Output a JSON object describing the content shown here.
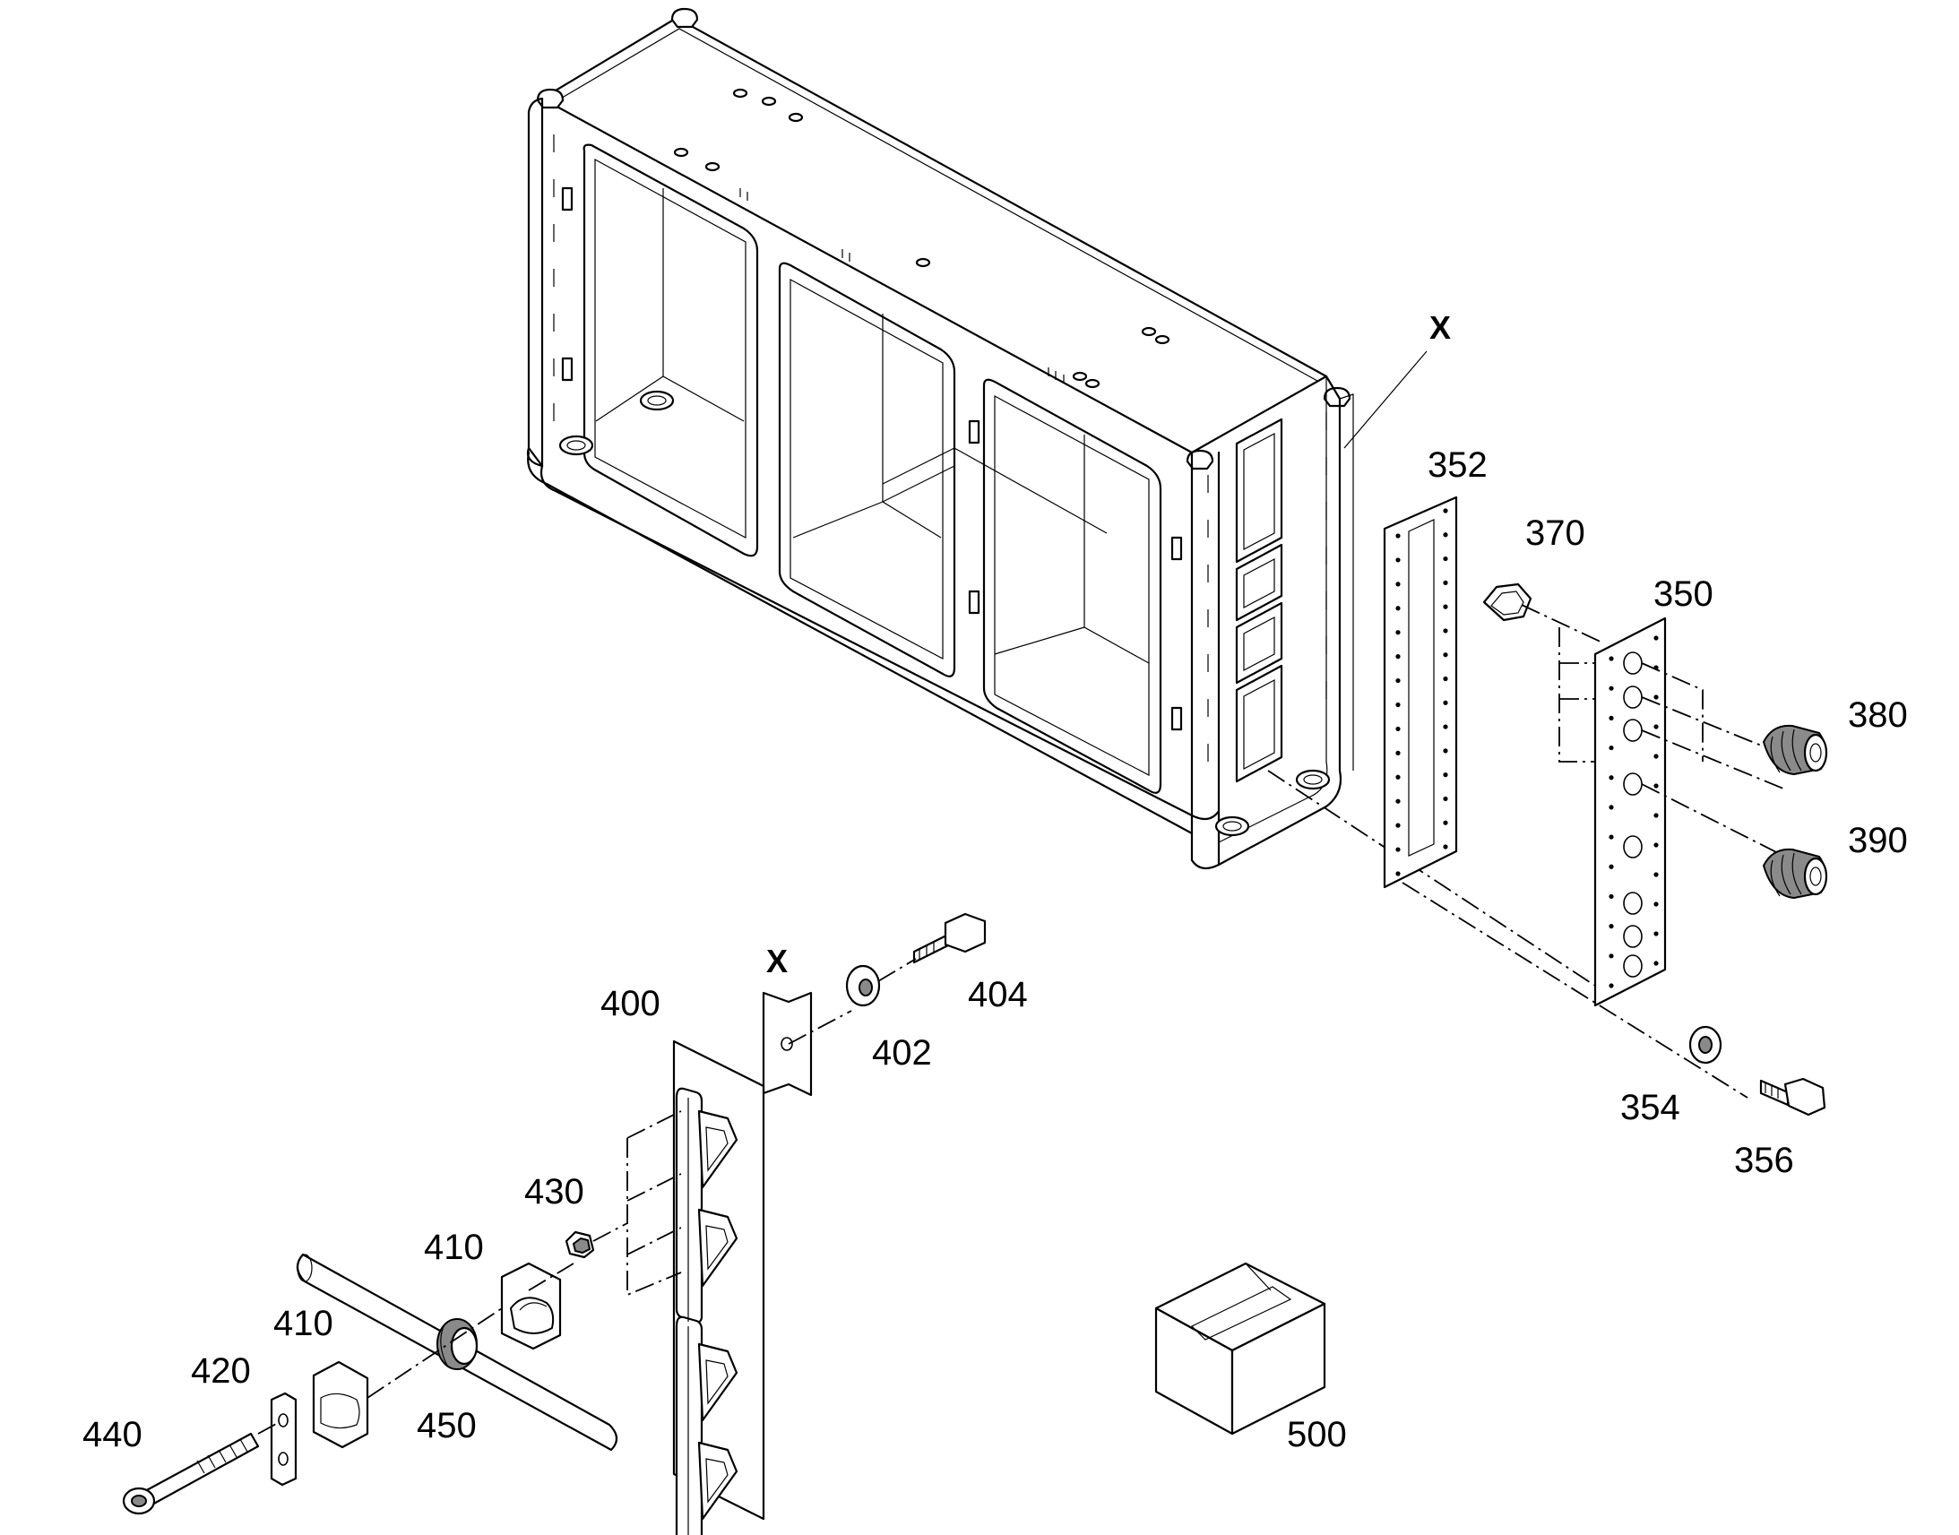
{
  "drawing": {
    "detail_marker": "X",
    "part_labels": {
      "p350": "350",
      "p352": "352",
      "p354": "354",
      "p356": "356",
      "p370": "370",
      "p380": "380",
      "p390": "390",
      "p400": "400",
      "p402": "402",
      "p404": "404",
      "p410a": "410",
      "p410b": "410",
      "p420": "420",
      "p430": "430",
      "p440": "440",
      "p450": "450",
      "p500": "500"
    }
  }
}
